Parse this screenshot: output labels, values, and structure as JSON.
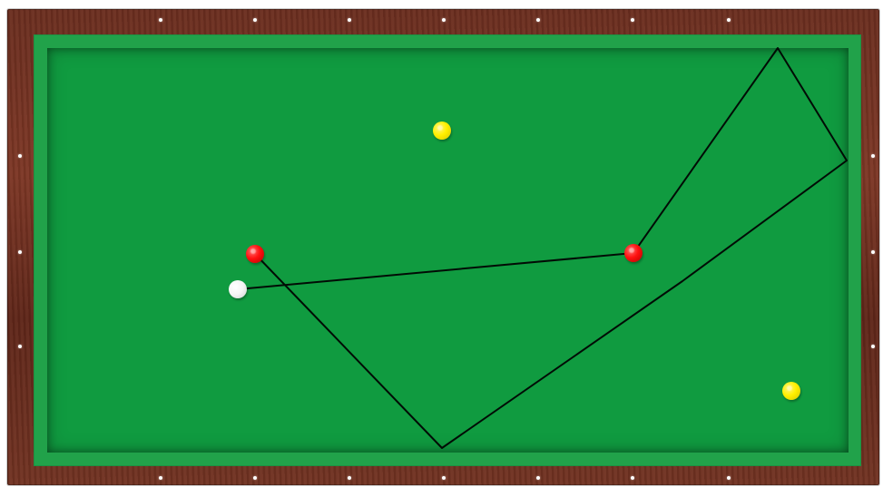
{
  "scene": {
    "type": "billiards-table",
    "colors": {
      "rail": "#6b2e1f",
      "cushion": "#21a24a",
      "cloth": "#109b40",
      "diamond": "#ffffff",
      "shot_path": "#000000"
    }
  },
  "table": {
    "diamonds": {
      "top_count": 7,
      "bottom_count": 7,
      "left_count": 3,
      "right_count": 3
    }
  },
  "balls": [
    {
      "name": "yellow-ball-top",
      "color": "yellow"
    },
    {
      "name": "red-ball-left",
      "color": "red"
    },
    {
      "name": "red-ball-right",
      "color": "red"
    },
    {
      "name": "cue-ball-white",
      "color": "white"
    },
    {
      "name": "yellow-ball-bottom",
      "color": "yellow"
    }
  ],
  "shot_path": {
    "style": "thin-black-line",
    "segments": 5
  }
}
